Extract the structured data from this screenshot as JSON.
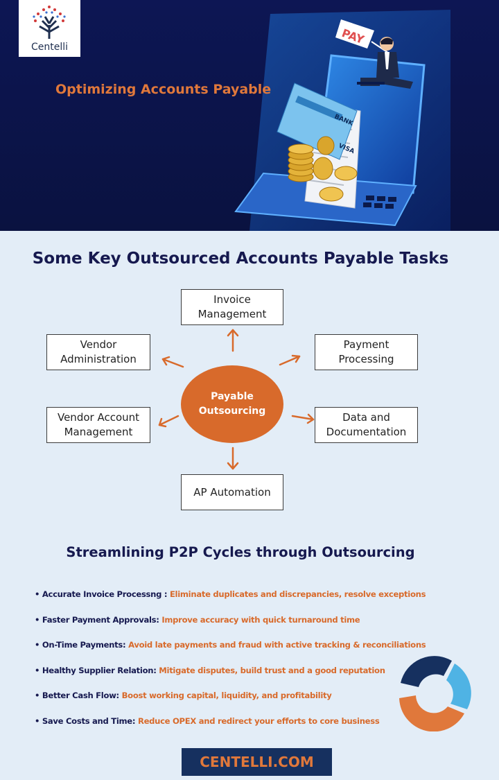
{
  "brand": {
    "logo_text": "Centelli"
  },
  "hero": {
    "title": "Optimizing Accounts Payable",
    "pay_sign": "PAY",
    "card_bank": "BANK",
    "card_brand": "VISA"
  },
  "diagram": {
    "title": "Some Key Outsourced Accounts Payable Tasks",
    "center_line1": "Payable",
    "center_line2": "Outsourcing",
    "nodes": {
      "invoice": {
        "line1": "Invoice",
        "line2": "Management"
      },
      "vendor_admin": {
        "line1": "Vendor",
        "line2": "Administration"
      },
      "payment": {
        "line1": "Payment",
        "line2": "Processing"
      },
      "vendor_account": {
        "line1": "Vendor Account",
        "line2": "Management"
      },
      "data_doc": {
        "line1": "Data and",
        "line2": "Documentation"
      },
      "ap_automation": {
        "line1": "AP Automation"
      }
    },
    "accent_color": "#d86a2b"
  },
  "benefits": {
    "title": "Streamlining P2P Cycles through Outsourcing",
    "items": [
      {
        "label": "• Accurate Invoice Processng :",
        "desc": "Eliminate duplicates and discrepancies, resolve exceptions"
      },
      {
        "label": "• Faster Payment Approvals:",
        "desc": "Improve accuracy with quick turnaround time"
      },
      {
        "label": "• On-Time Payments:",
        "desc": "Avoid late payments and fraud with active tracking & reconciliations"
      },
      {
        "label": "• Healthy Supplier Relation:",
        "desc": "Mitigate disputes, build trust and a good reputation"
      },
      {
        "label": "• Better Cash Flow:",
        "desc": "Boost working capital, liquidity, and profitability"
      },
      {
        "label": "• Save Costs and Time:",
        "desc": "Reduce OPEX and redirect your efforts to core business"
      }
    ]
  },
  "cta": {
    "label": "CENTELLI.COM"
  },
  "colors": {
    "navy": "#16194f",
    "orange": "#d86a2b",
    "hero_bg": "#0d1654",
    "page_bg": "#e3edf7"
  }
}
